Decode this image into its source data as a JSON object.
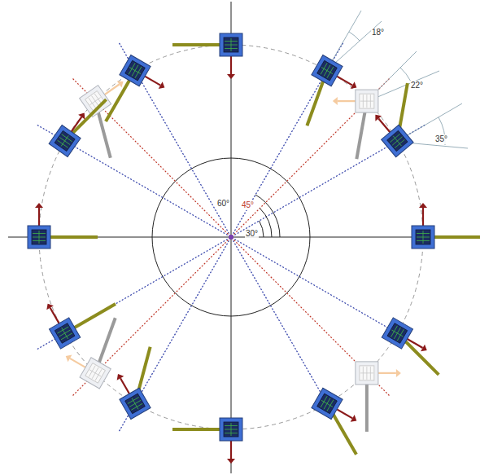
{
  "diagram": {
    "labels": [
      "18°",
      "22°",
      "35°",
      "60°",
      "45°",
      "30°"
    ]
  }
}
